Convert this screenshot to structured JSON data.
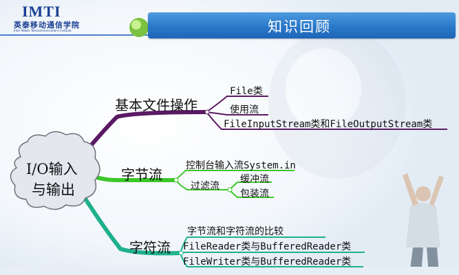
{
  "header": {
    "logo_main": "IMTI",
    "logo_cn": "英泰移动通信学院",
    "logo_en": "Inter Mobile Telecommunications Institute",
    "title": "知识回顾"
  },
  "mindmap": {
    "root_line1": "I/O输入",
    "root_line2": "与输出",
    "branches": [
      {
        "label": "基本文件操作",
        "color": "#5a1a63",
        "children": [
          "File类",
          "使用流",
          "FileInputStream类和FileOutputStream类"
        ]
      },
      {
        "label": "字节流",
        "color": "#3cc82a",
        "children": [
          "控制台输入流System.in",
          "过滤流"
        ],
        "grandchildren": [
          "缓冲流",
          "包装流"
        ]
      },
      {
        "label": "字符流",
        "color": "#1fb08c",
        "children": [
          "字节流和字符流的比较",
          "FileReader类与BufferedReader类",
          "FileWriter类与BufferedReader类"
        ]
      }
    ]
  },
  "colors": {
    "title_bar": "#2a78c9",
    "logo": "#1a3f93"
  }
}
